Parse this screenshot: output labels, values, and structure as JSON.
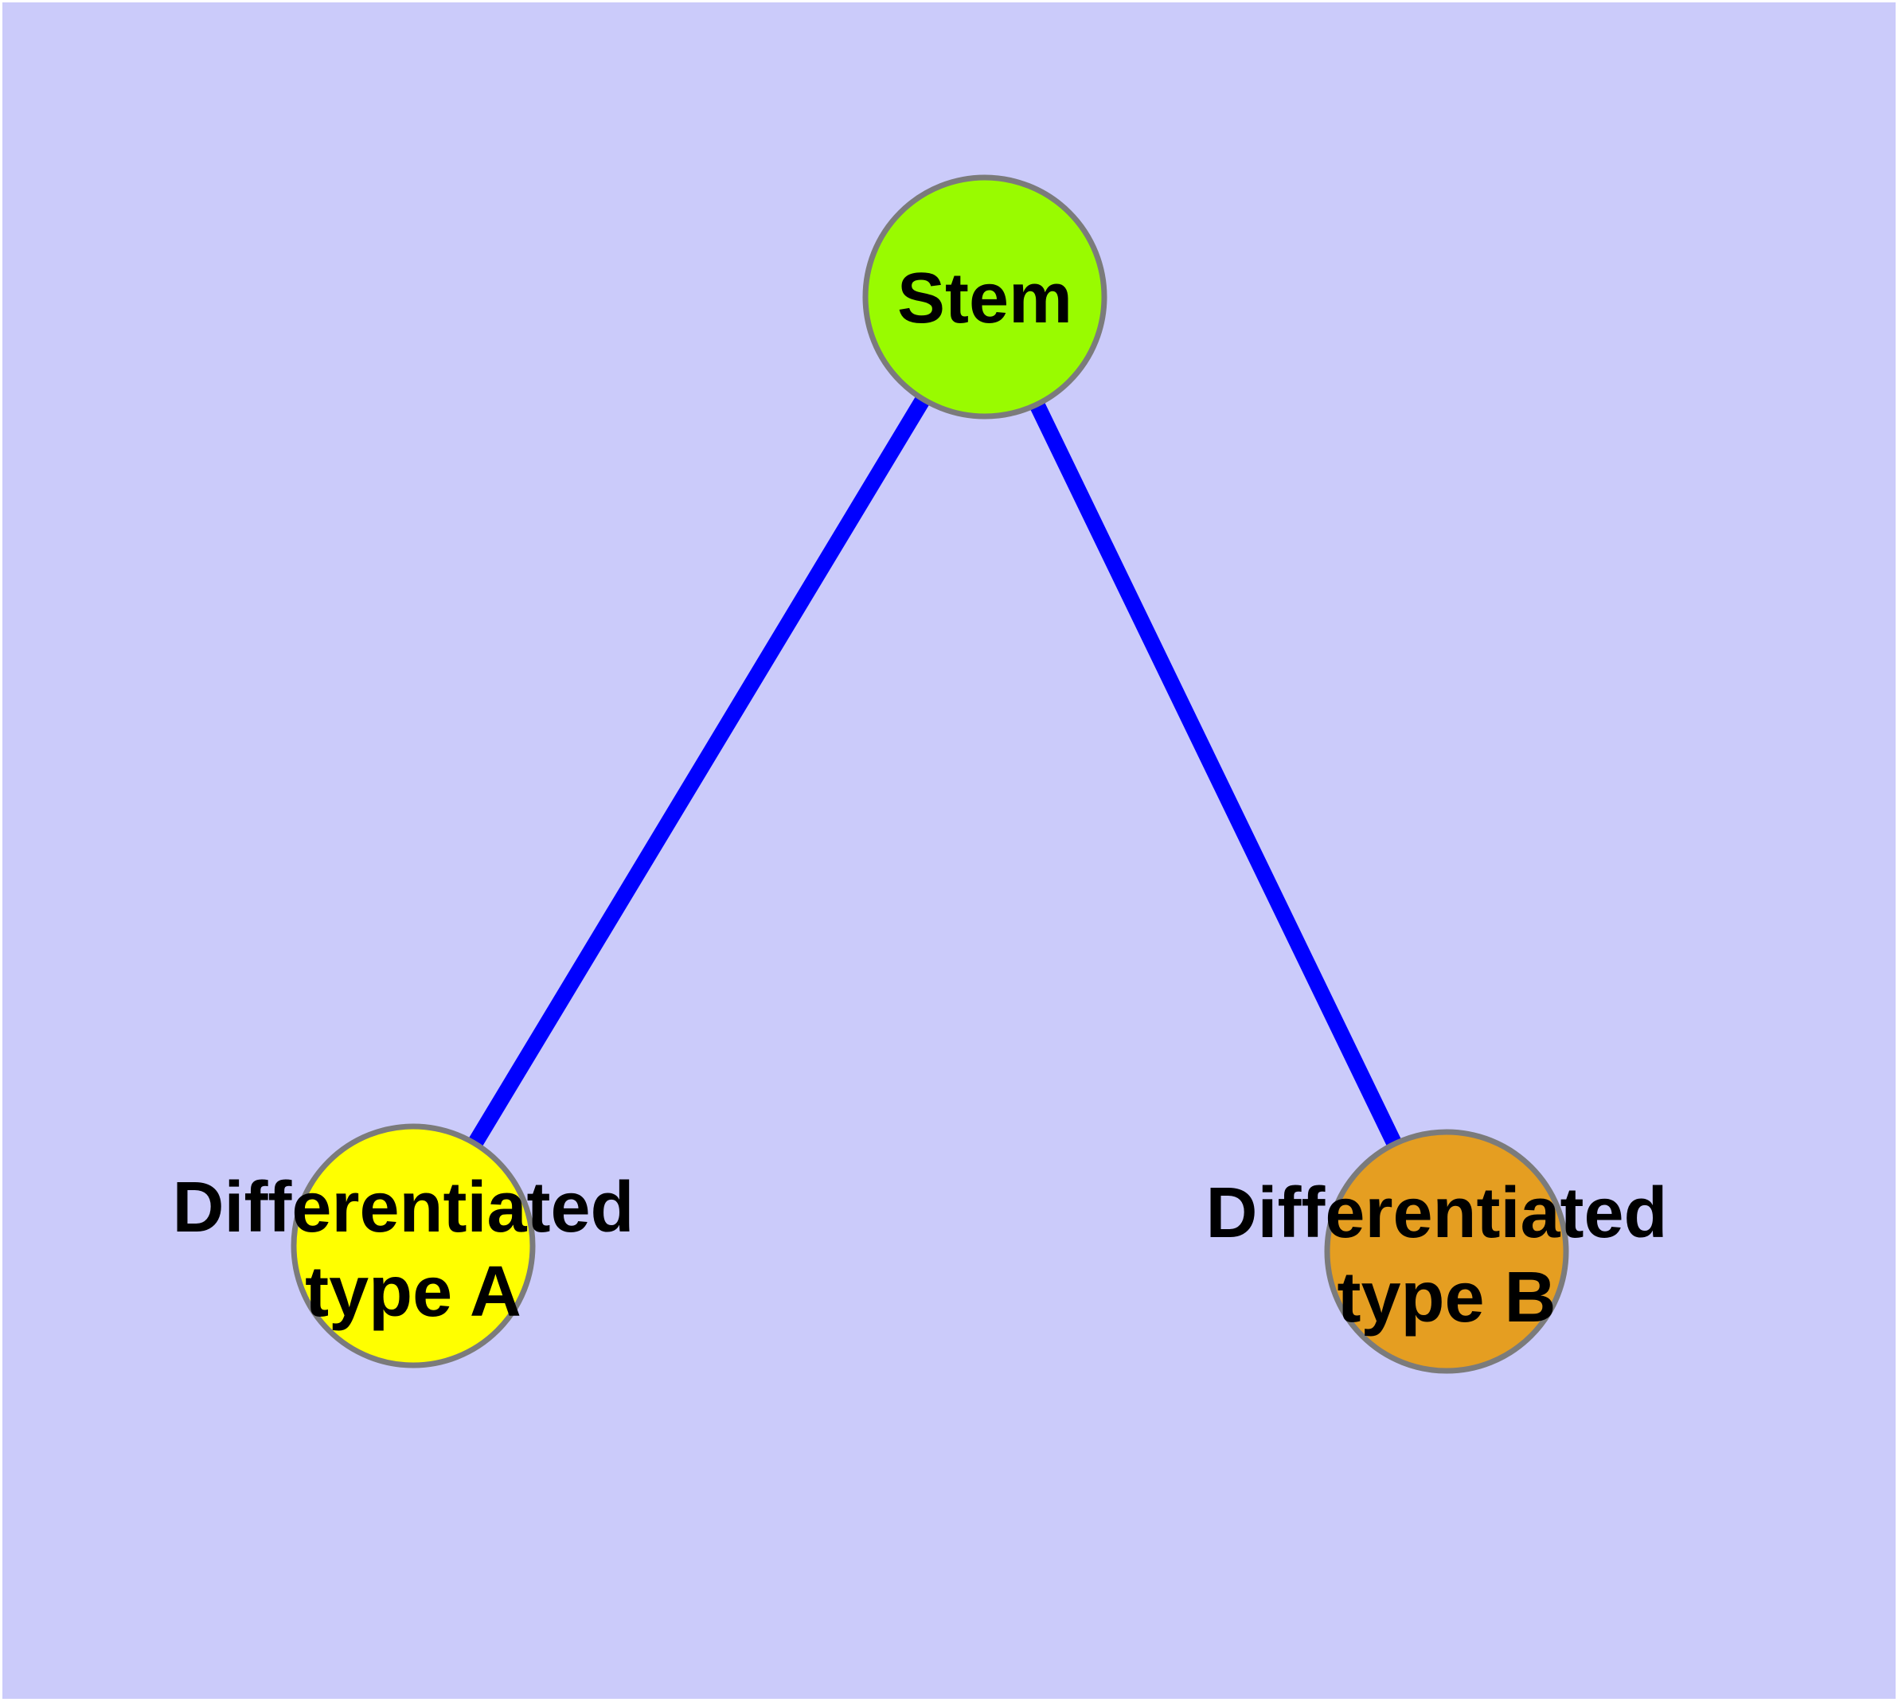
{
  "canvas": {
    "background_color": "#ffffff",
    "panel_color": "#CBCBFA"
  },
  "graph": {
    "edge_color": "#0000FF",
    "edge_width": "20",
    "node_border_color": "#7B7B7B",
    "node_border_width": "7",
    "label_color": "#000000",
    "nodes": [
      {
        "id": "stem",
        "label": "Stem",
        "label_line1": "Stem",
        "label_line2": "",
        "fill": "#99FB00"
      },
      {
        "id": "type-a",
        "label": "Differentiated type A",
        "label_line1": "Differentiated",
        "label_line2": "type A",
        "fill": "#FFFF00"
      },
      {
        "id": "type-b",
        "label": "Differentiated type B",
        "label_line1": "Differentiated",
        "label_line2": "type B",
        "fill": "#E59E21"
      }
    ],
    "edges": [
      {
        "from": "Stem",
        "to": "Differentiated type A"
      },
      {
        "from": "Stem",
        "to": "Differentiated type B"
      }
    ]
  }
}
